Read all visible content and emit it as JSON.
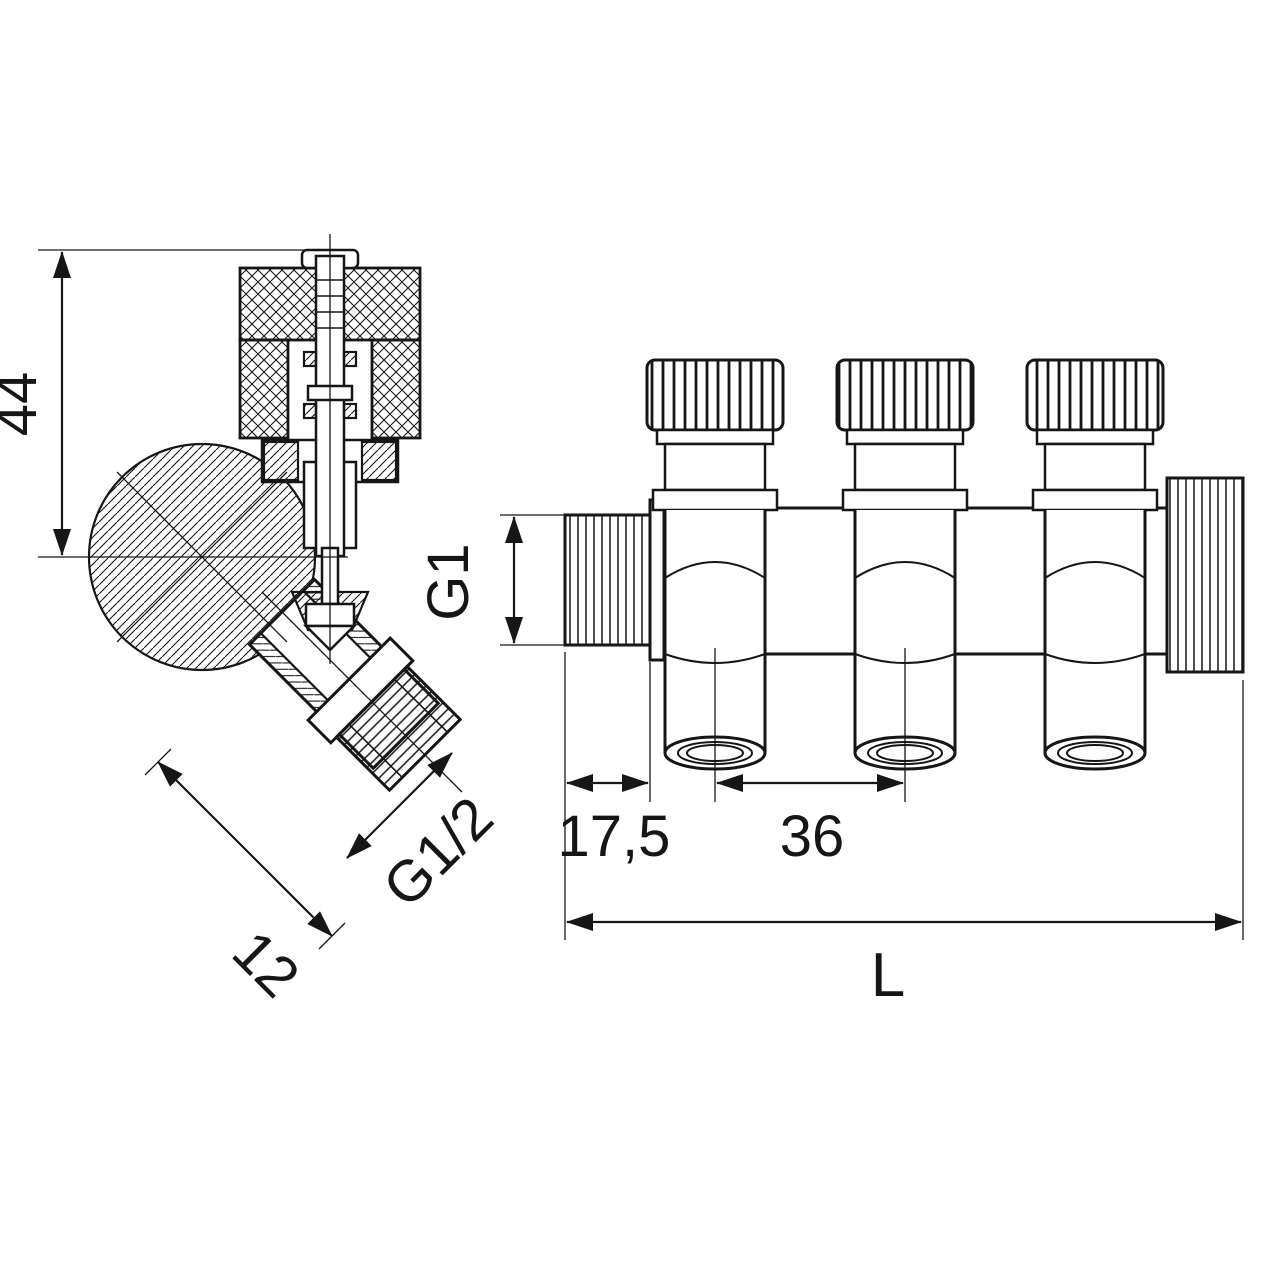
{
  "drawing": {
    "background": "#ffffff",
    "ink": "#161616",
    "views": {
      "section": {
        "label": "valve-section-view"
      },
      "side": {
        "label": "manifold-side-view",
        "ports": 3
      }
    },
    "dims": {
      "height": "44",
      "outlet_thread": "G1/2",
      "outlet_offset": "12",
      "inlet_thread": "G1",
      "end_to_first_port": "17,5",
      "port_spacing": "36",
      "overall_length": "L"
    }
  }
}
